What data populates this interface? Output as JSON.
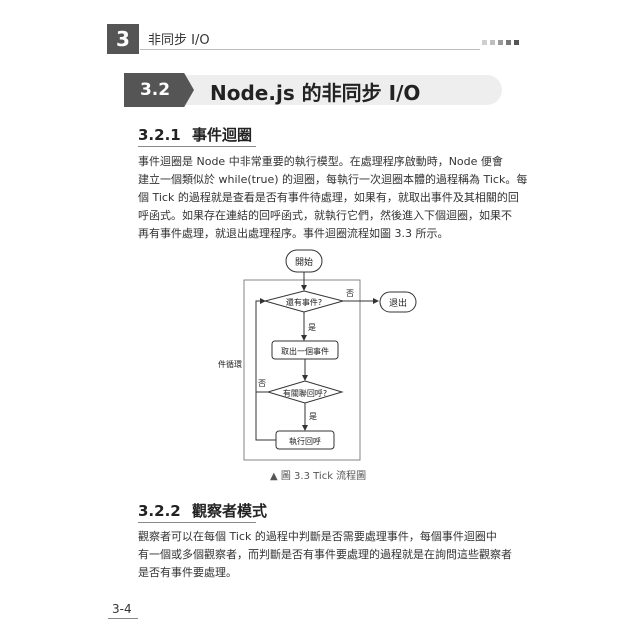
{
  "header": {
    "chapter_number": "3",
    "chapter_title": "非同步 I/O",
    "dot_colors": [
      "#cfcfcf",
      "#bfbfbf",
      "#9a9a9a",
      "#777777",
      "#555555"
    ]
  },
  "section": {
    "number": "3.2",
    "title": "Node.js 的非同步 I/O"
  },
  "subsection_1": {
    "number": "3.2.1",
    "title": "事件迴圈",
    "lines": [
      "事件迴圈是 Node 中非常重要的執行模型。在處理程序啟動時，Node 便會",
      "建立一個類似於 while(true) 的迴圈，每執行一次迴圈本體的過程稱為 Tick。每",
      "個 Tick 的過程就是查看是否有事件待處理，如果有，就取出事件及其相關的回",
      "呼函式。如果存在連結的回呼函式，就執行它們，然後進入下個迴圈，如果不",
      "再有事件處理，就退出處理程序。事件迴圈流程如圖 3.3 所示。"
    ]
  },
  "flowchart": {
    "start": "開始",
    "decision_events": "還有事件?",
    "exit": "退出",
    "no_1": "否",
    "yes_1": "是",
    "take_event": "取出一個事件",
    "loop_label": "事件循環",
    "no_2": "否",
    "decision_callback": "有關聯回呼?",
    "yes_2": "是",
    "run_callback": "執行回呼",
    "caption": "▲ 圖 3.3  Tick 流程圖"
  },
  "subsection_2": {
    "number": "3.2.2",
    "title": "觀察者模式",
    "lines": [
      "觀察者可以在每個 Tick 的過程中判斷是否需要處理事件，每個事件迴圈中",
      "有一個或多個觀察者，而判斷是否有事件要處理的過程就是在詢問這些觀察者",
      "是否有事件要處理。"
    ]
  },
  "footer": {
    "page_number": "3-4"
  }
}
